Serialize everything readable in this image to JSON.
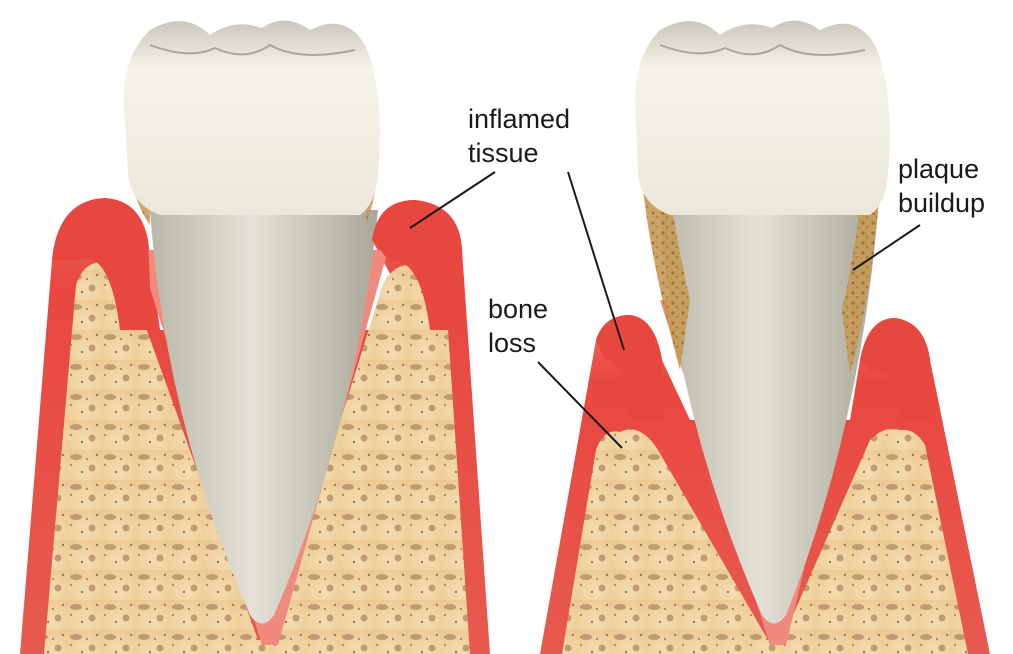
{
  "labels": {
    "inflamed_tissue": [
      "inflamed",
      "tissue"
    ],
    "plaque_buildup": [
      "plaque",
      "buildup"
    ],
    "bone_loss": [
      "bone",
      "loss"
    ]
  },
  "colors": {
    "gum": "#e8473f",
    "gum_light": "#f2847a",
    "bone": "#f1d6a4",
    "bone_pore": "#b8926a",
    "tooth": "#f3f1e6",
    "root": "#d8d6c6",
    "plaque": "#b78540",
    "text": "#1a1a1a"
  }
}
